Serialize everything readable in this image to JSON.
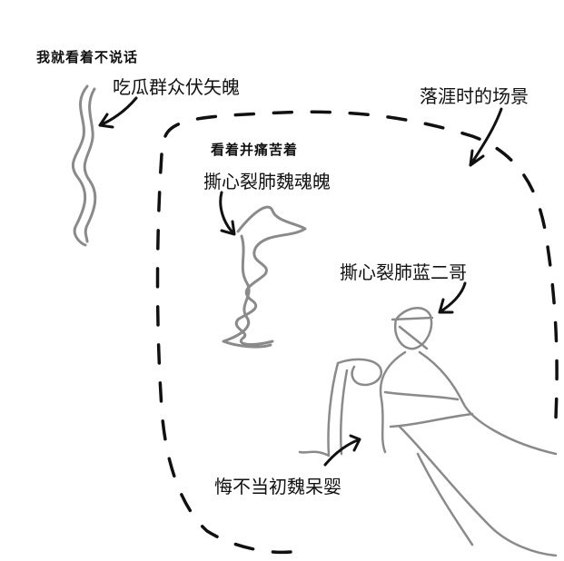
{
  "labels": {
    "top_caption": "我就看着不说话",
    "melon_crowd": "吃瓜群众伏矢魄",
    "cliff_scene": "落涯时的场景",
    "pain_caption": "看着并痛苦着",
    "wei_soul": "撕心裂肺魏魂魄",
    "lan_erge": "撕心裂肺蓝二哥",
    "wei_ying": "悔不当初魏呆婴"
  },
  "colors": {
    "ink": "#111111",
    "pencil": "#8a8a8a",
    "background": "#ffffff"
  }
}
